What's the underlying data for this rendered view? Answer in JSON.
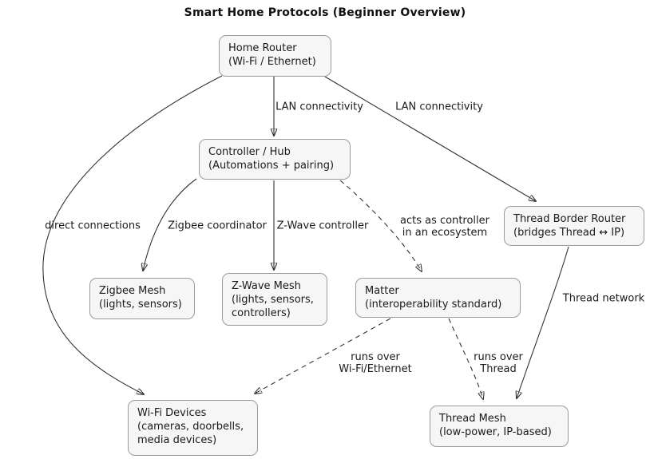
{
  "title": "Smart Home Protocols (Beginner Overview)",
  "colors": {
    "background": "#ffffff",
    "node_fill": "#f6f6f6",
    "node_border": "#9a9a9a",
    "edge_line": "#333333",
    "text": "#1a1a1a"
  },
  "nodes": {
    "home_router": {
      "lines": [
        "Home Router",
        "(Wi-Fi / Ethernet)"
      ]
    },
    "controller_hub": {
      "lines": [
        "Controller / Hub",
        "(Automations + pairing)"
      ]
    },
    "thread_border_router": {
      "lines": [
        "Thread Border Router",
        "(bridges Thread ↔ IP)"
      ]
    },
    "zigbee_mesh": {
      "lines": [
        "Zigbee Mesh",
        "(lights, sensors)"
      ]
    },
    "zwave_mesh": {
      "lines": [
        "Z-Wave Mesh",
        "(lights, sensors,",
        "controllers)"
      ]
    },
    "matter": {
      "lines": [
        "Matter",
        "(interoperability standard)"
      ]
    },
    "wifi_devices": {
      "lines": [
        "Wi-Fi Devices",
        "(cameras, doorbells,",
        "media devices)"
      ]
    },
    "thread_mesh": {
      "lines": [
        "Thread Mesh",
        "(low-power, IP-based)"
      ]
    }
  },
  "edge_labels": {
    "lan_1": "LAN connectivity",
    "lan_2": "LAN connectivity",
    "direct_connections": "direct connections",
    "zigbee_coordinator": "Zigbee coordinator",
    "zwave_controller": "Z-Wave controller",
    "acts_as_line1": "acts as controller",
    "acts_as_line2": "in an ecosystem",
    "thread_network": "Thread network",
    "runs_wifi_line1": "runs over",
    "runs_wifi_line2": "Wi-Fi/Ethernet",
    "runs_thread_line1": "runs over",
    "runs_thread_line2": "Thread"
  }
}
